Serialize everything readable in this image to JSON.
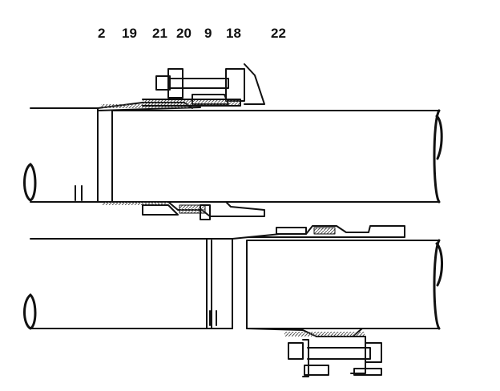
{
  "callouts": {
    "c2": "2",
    "c19": "19",
    "c21": "21",
    "c20": "20",
    "c9": "9",
    "c18": "18",
    "c22": "22"
  },
  "colors": {
    "ink": "#111111",
    "paper": "#ffffff",
    "hatch": "#555555"
  }
}
